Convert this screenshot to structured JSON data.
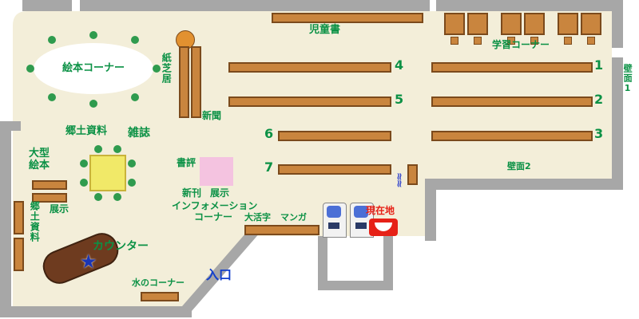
{
  "colors": {
    "floor": "#f3eed9",
    "wall": "#a7a7a7",
    "shelf": "#c9853e",
    "shelf_border": "#7b4a1c",
    "green": "#0b9145",
    "blue": "#1340cc",
    "red": "#e62117",
    "counter": "#6e3b1f",
    "counter_border": "#3f2210",
    "yellow": "#f1e968",
    "yellow_border": "#c9b33a",
    "pink": "#f4c3e0",
    "chair": "#2f9b4e",
    "orange": "#e29130",
    "machine": "#4b6fd6",
    "star": "#1a35b5"
  },
  "labels": {
    "children_books": "児童書",
    "study_corner": "学習コーナー",
    "wall1": "壁面1",
    "wall2": "壁面2",
    "picture_book_corner": "絵本コーナー",
    "kamishibai": "紙芝居",
    "newspaper": "新聞",
    "local_materials": "郷土資料",
    "magazines": "雑誌",
    "large_books_line1": "大型",
    "large_books_line2": "絵本",
    "display_small": "展示",
    "local_materials_side": "郷土資料",
    "counter": "カウンター",
    "water_corner": "水のコーナー",
    "entrance": "入口",
    "book_review": "書評",
    "new_arrivals": "新刊",
    "display_center": "展示",
    "information_line1": "インフォメーション",
    "information_line2": "コーナー",
    "large_print": "大活字",
    "manga": "マンガ",
    "current_location": "現在地"
  },
  "shelf_numbers": {
    "n1": "1",
    "n2": "2",
    "n3": "3",
    "n4": "4",
    "n5": "5",
    "n6": "6",
    "n7": "7"
  },
  "marks": {
    "star": "★",
    "squiggle": "≈≈"
  }
}
